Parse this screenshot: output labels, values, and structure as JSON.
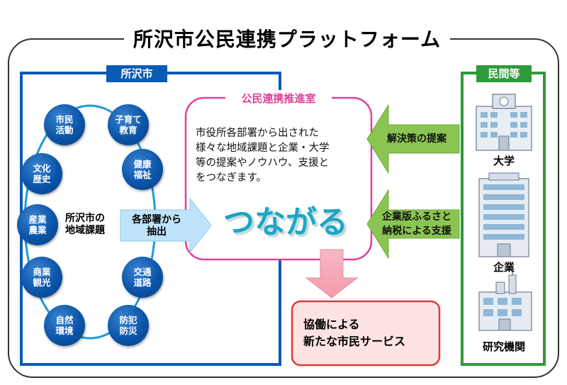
{
  "title": "所沢市公民連携プラットフォーム",
  "city": {
    "label": "所沢市",
    "center": "所沢市の\n地域課題",
    "topics": [
      "市民\n活動",
      "子育て\n教育",
      "文化\n歴史",
      "健康\n福祉",
      "産業\n農業",
      "商業\n観光",
      "交通\n道路",
      "自然\n環境",
      "防犯\n防災"
    ],
    "extract_arrow": "各部署から\n抽出"
  },
  "office": {
    "label": "公民連携推進室",
    "description": "市役所各部署から出された\n様々な地域課題と企業・大学\n等の提案やノウハウ、支援と\nをつなぎます。",
    "keyword": "つながる"
  },
  "result": {
    "label": "協働による\n新たな市民サービス"
  },
  "private": {
    "label": "民間等",
    "arrow_top": "解決策の提案",
    "arrow_bottom": "企業版ふるさと\n納税による支援",
    "entities": [
      "大学",
      "企業",
      "研究機関"
    ]
  },
  "colors": {
    "city_blue": "#0a5bb5",
    "private_green": "#2e9a3a",
    "office_pink": "#e0409a",
    "result_red": "#e23a3a",
    "arrow_green": "#8ac552",
    "arrow_lightblue": "#bfe3f8",
    "keyword_teal": "#1ea6c4"
  }
}
